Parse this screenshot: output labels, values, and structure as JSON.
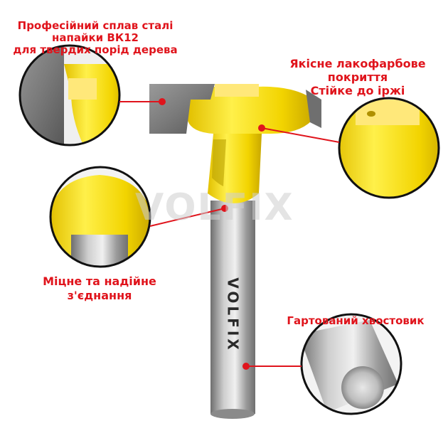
{
  "watermark": "VOLFIX",
  "shank_logo": "VOLFIX",
  "callouts": {
    "carbide": "Професійний сплав сталі\nнапайки ВК12\nдля твердих порід дерева",
    "coating": "Якісне лакофарбове\nпокриття\nСтійке до іржі",
    "joint": "Міцне та надійне\nз'єднання",
    "shank": "Гартований хвостовик"
  },
  "colors": {
    "accent_red": "#e0141c",
    "body_yellow": "#f5d800",
    "steel_grey": "#9a9a9a"
  }
}
